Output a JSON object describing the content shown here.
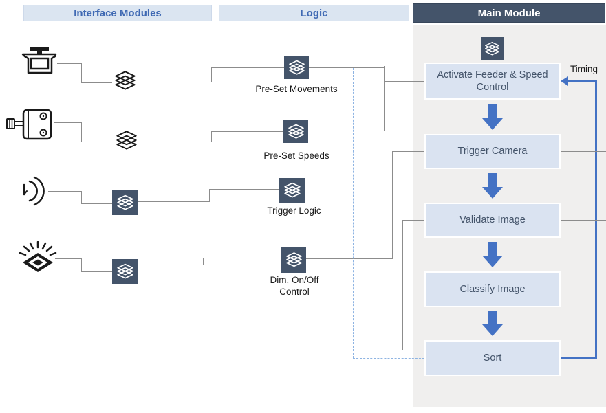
{
  "header": {
    "interface_modules": "Interface Modules",
    "logic": "Logic",
    "main_module": "Main Module"
  },
  "interface_rows": [
    {
      "device_icon": "feeder-machine-icon",
      "module_icon": "layers-icon-outline"
    },
    {
      "device_icon": "stepper-motor-icon",
      "module_icon": "layers-icon-outline"
    },
    {
      "device_icon": "proximity-sensor-icon",
      "module_icon": "layers-icon-filled"
    },
    {
      "device_icon": "light-source-icon",
      "module_icon": "layers-icon-filled"
    }
  ],
  "logic_items": [
    {
      "label": "Pre-Set Movements",
      "icon": "layers-icon-filled"
    },
    {
      "label": "Pre-Set Speeds",
      "icon": "layers-icon-filled"
    },
    {
      "label": "Trigger Logic",
      "icon": "layers-icon-filled"
    },
    {
      "label": "Dim, On/Off Control",
      "icon": "layers-icon-filled"
    }
  ],
  "main_module": {
    "icon": "layers-icon-filled",
    "steps": [
      {
        "label": "Activate Feeder & Speed Control"
      },
      {
        "label": "Trigger Camera"
      },
      {
        "label": "Validate Image"
      },
      {
        "label": "Classify Image"
      },
      {
        "label": "Sort"
      }
    ],
    "timing_label": "Timing"
  },
  "colors": {
    "header_light_bg": "#dbe5f1",
    "header_text_blue": "#3f69b3",
    "dark_slate": "#44546a",
    "panel_bg": "#f0efee",
    "box_bg": "#dae3f1",
    "box_text": "#44546a",
    "arrow_blue": "#4472c4",
    "line_gray": "#8c8c8c",
    "dashed_blue": "#8db3e2"
  }
}
